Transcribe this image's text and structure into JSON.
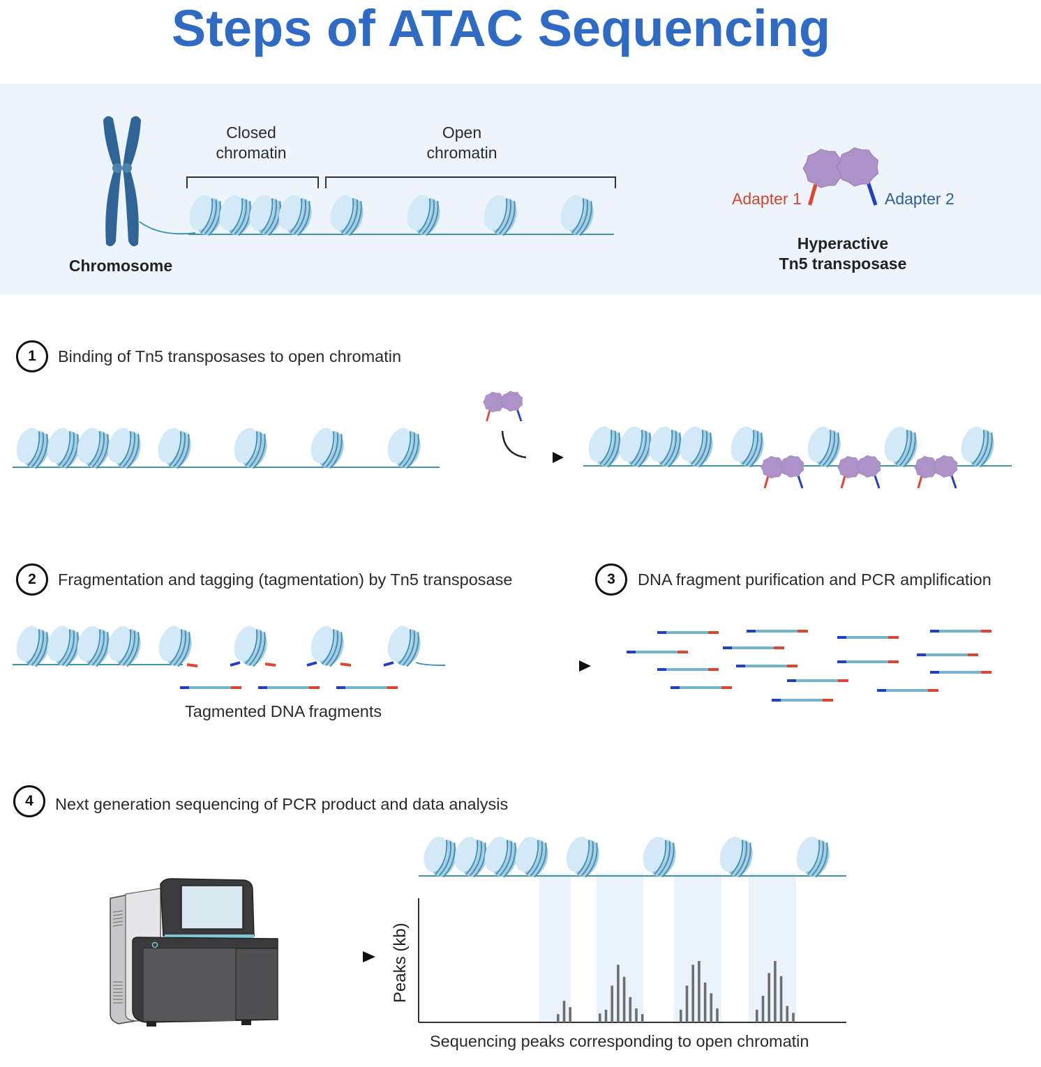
{
  "title": "Steps of ATAC Sequencing",
  "overview": {
    "chromosome_label": "Chromosome",
    "closed_chromatin_label_line1": "Closed",
    "closed_chromatin_label_line2": "chromatin",
    "open_chromatin_label_line1": "Open",
    "open_chromatin_label_line2": "chromatin",
    "adapter1_label": "Adapter 1",
    "adapter2_label": "Adapter 2",
    "transposase_label_line1": "Hyperactive",
    "transposase_label_line2": "Tn5 transposase"
  },
  "steps": [
    {
      "number": "1",
      "text": "Binding of Tn5 transposases to open chromatin"
    },
    {
      "number": "2",
      "text": "Fragmentation and tagging (tagmentation) by Tn5 transposase"
    },
    {
      "number": "3",
      "text": "DNA fragment purification and PCR amplification"
    },
    {
      "number": "4",
      "text": "Next generation sequencing of PCR product and data analysis"
    }
  ],
  "step2": {
    "fragments_label": "Tagmented DNA fragments"
  },
  "step4": {
    "ylabel": "Peaks (kb)",
    "xlabel": "Sequencing peaks corresponding to open chromatin"
  },
  "colors": {
    "title": "#2f6ac4",
    "band": "#eef4fc",
    "dna": "#3f94b0",
    "nucleosome_light": "#d4e9f8",
    "nucleosome_dark": "#a9cde6",
    "chromosome": "#2f6596",
    "transposase": "#ad92c9",
    "adapter1": "#e0452f",
    "adapter2": "#1f3fc4",
    "fragment": "#74b5cb",
    "peak_bar": "#6e6e6e",
    "peak_region": "#eaf2fc"
  },
  "chart_data": {
    "type": "bar",
    "title": "",
    "xlabel": "Sequencing peaks corresponding to open chromatin",
    "ylabel": "Peaks (kb)",
    "grid": false,
    "ylim": [
      0,
      10
    ],
    "peak_groups": [
      {
        "name": "open-region-1",
        "values": [
          1.3,
          3.4,
          2.4
        ]
      },
      {
        "name": "open-region-2",
        "values": [
          1.4,
          2.0,
          5.8,
          9.1,
          7.2,
          4.0,
          2.2,
          1.3
        ]
      },
      {
        "name": "open-region-3",
        "values": [
          2.0,
          5.8,
          9.1,
          9.7,
          6.3,
          4.6,
          2.2
        ]
      },
      {
        "name": "open-region-4",
        "values": [
          2.0,
          4.2,
          7.8,
          9.7,
          7.3,
          2.6,
          1.5
        ]
      }
    ]
  }
}
